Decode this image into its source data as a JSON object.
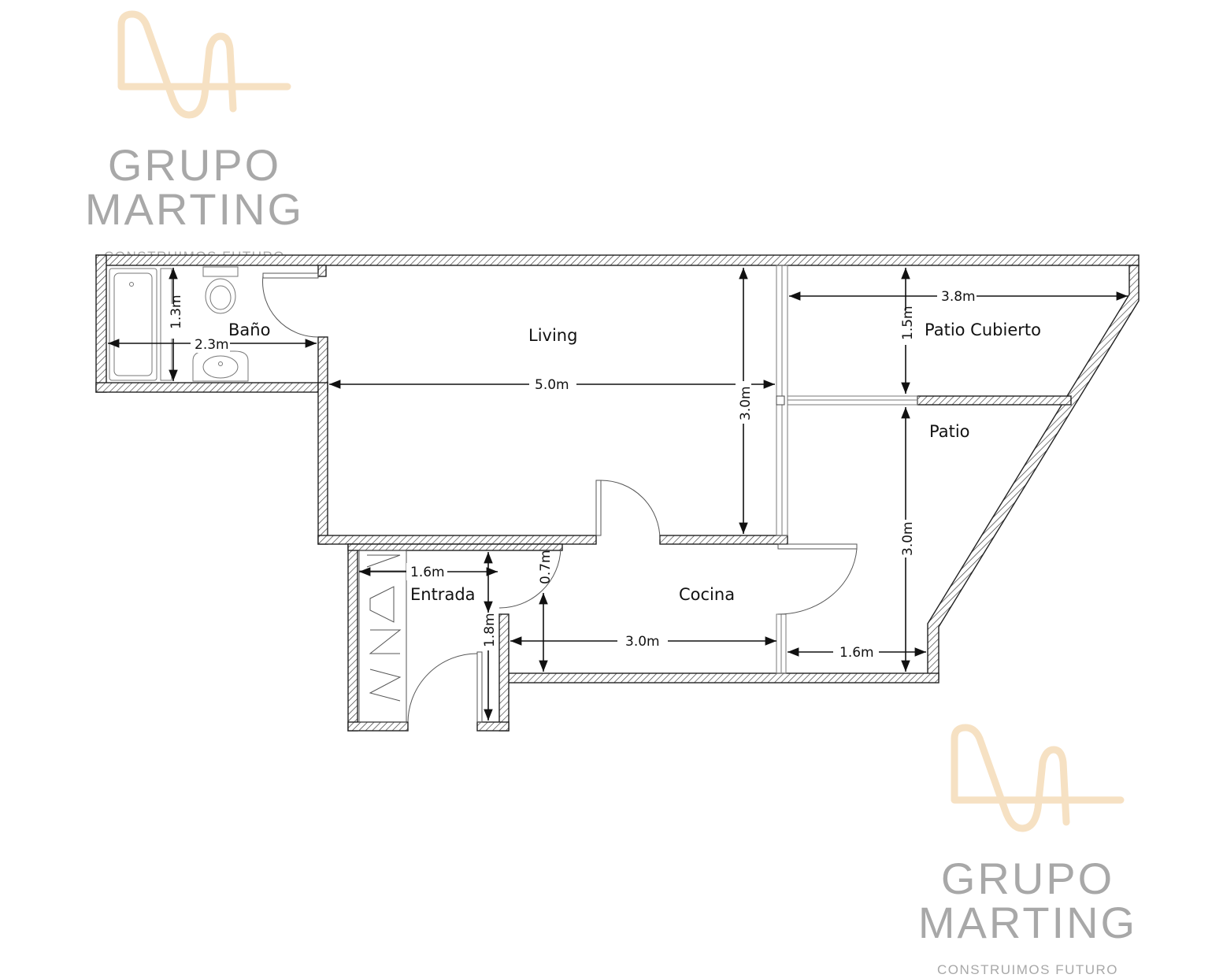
{
  "brand": {
    "name": "GRUPO MARTING",
    "tagline": "CONSTRUIMOS FUTURO",
    "logo_icon": "martin-wave-logo",
    "logo_color": "#f6e1c3",
    "text_color": "#a8a8a8"
  },
  "rooms": {
    "bano": "Baño",
    "living": "Living",
    "patio_cubierto": "Patio Cubierto",
    "patio": "Patio",
    "entrada": "Entrada",
    "cocina": "Cocina"
  },
  "dimensions": {
    "bano_height": "1.3m",
    "bano_width": "2.3m",
    "living_width": "5.0m",
    "living_height": "3.0m",
    "patio_cubierto_width": "3.8m",
    "patio_cubierto_height": "1.5m",
    "patio_height": "3.0m",
    "patio_width": "1.6m",
    "entrada_width": "1.6m",
    "entrada_door": "0.7m",
    "entrada_height": "1.8m",
    "cocina_width": "3.0m"
  }
}
